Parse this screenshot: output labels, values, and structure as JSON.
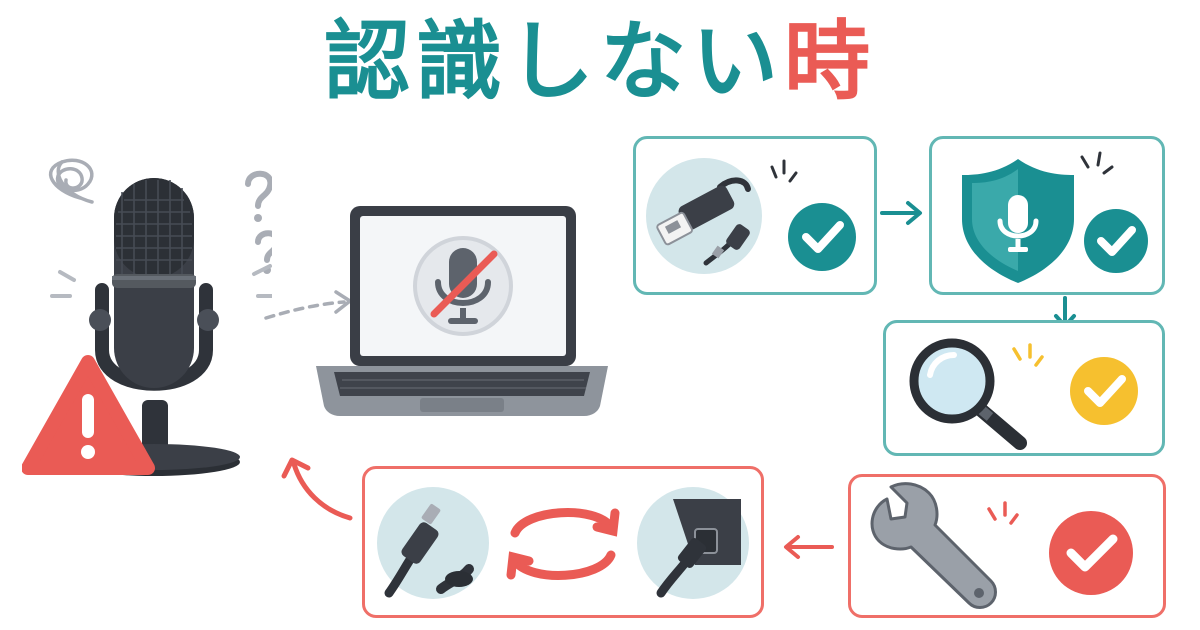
{
  "title": {
    "main": "認識しない",
    "accent": "時"
  },
  "colors": {
    "teal": "#1a8f92",
    "teal_border": "#62b7b4",
    "red": "#ea5b55",
    "red_border": "#ef6f68",
    "yellow": "#f6c02f",
    "mic_dark": "#3b3f47",
    "circle_bg": "#d3e6ea"
  },
  "illustration": {
    "microphone": {
      "icon": "studio-microphone-icon",
      "status": "error",
      "warning_icon": "warning-triangle-icon",
      "confusion_icons": [
        "scribble-icon",
        "question-mark-icon",
        "question-mark-icon"
      ]
    },
    "laptop": {
      "icon": "laptop-icon",
      "screen_icon": "mic-muted-icon"
    }
  },
  "steps": [
    {
      "id": "check-usb-cable",
      "icon": "usb-cable-icon",
      "status_icon": "check-circle-icon",
      "status_color": "#1a8f92"
    },
    {
      "id": "check-mic-permission",
      "icon": "shield-mic-icon",
      "status_icon": "check-circle-icon",
      "status_color": "#1a8f92"
    },
    {
      "id": "inspect-settings",
      "icon": "magnifying-glass-icon",
      "status_icon": "check-circle-icon",
      "status_color": "#f6c02f"
    },
    {
      "id": "troubleshoot-hardware",
      "icon": "wrench-icon",
      "status_icon": "check-circle-icon",
      "status_color": "#ea5b55"
    },
    {
      "id": "reconnect-port",
      "icons": [
        "usb-plug-icon",
        "refresh-cycle-icon",
        "usb-port-icon"
      ]
    }
  ]
}
